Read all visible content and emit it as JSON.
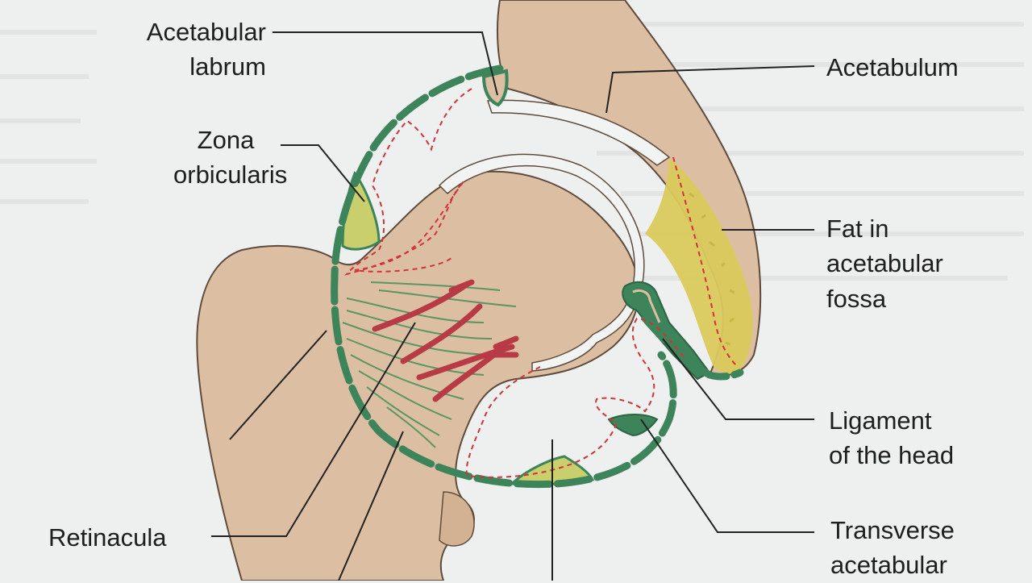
{
  "labels": {
    "acetabular_labrum": [
      "Acetabular",
      "labrum"
    ],
    "acetabulum": "Acetabulum",
    "zona_orbicularis": [
      "Zona",
      "orbicularis"
    ],
    "fat_in_acetabular_fossa": [
      "Fat in",
      "acetabular",
      "fossa"
    ],
    "ligament_of_the_head": [
      "Ligament",
      "of the head"
    ],
    "retinacula": "Retinacula",
    "transverse_acetabular": [
      "Transverse",
      "acetabular"
    ]
  },
  "colors": {
    "bone": "#dcbfa2",
    "bone_outline": "#5f4b3c",
    "capsule": "#3e845a",
    "synovium": "#d2333a",
    "fat": "#d9c95c",
    "cartilage": "#f2f4f4",
    "vessel": "#b73a44",
    "fiber": "#5b9563",
    "leader": "#222222"
  }
}
